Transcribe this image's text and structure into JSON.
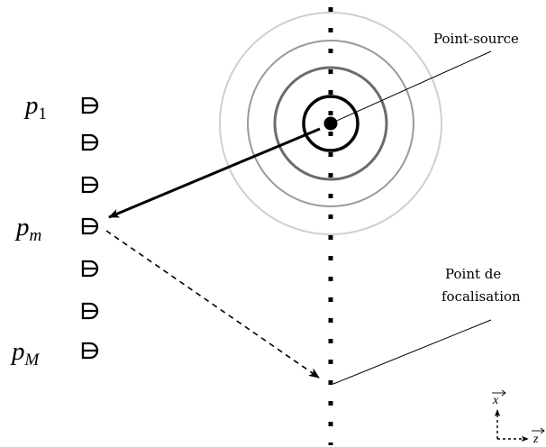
{
  "labels": {
    "point_source": "Point-source",
    "focal_point_line1": "Point de",
    "focal_point_line2": "focalisation"
  },
  "transducers": {
    "p1": {
      "base": "p",
      "sub": "1"
    },
    "pm": {
      "base": "p",
      "sub": "m"
    },
    "pM": {
      "base": "p",
      "sub": "M"
    }
  },
  "axes": {
    "x": "x",
    "z": "z"
  },
  "colors": {
    "ink": "#000000",
    "wave_ring_1": "#000000",
    "wave_ring_2": "#6b6b6b",
    "wave_ring_3": "#9a9a9a",
    "wave_ring_4": "#cfcfcf"
  }
}
